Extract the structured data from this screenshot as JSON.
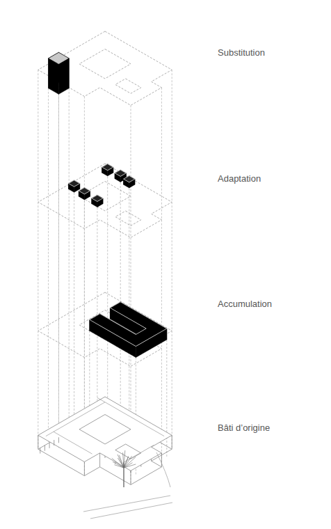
{
  "diagram": {
    "labels": [
      "Substitution",
      "Adaptation",
      "Accumulation",
      "Bâti d’origine"
    ]
  }
}
